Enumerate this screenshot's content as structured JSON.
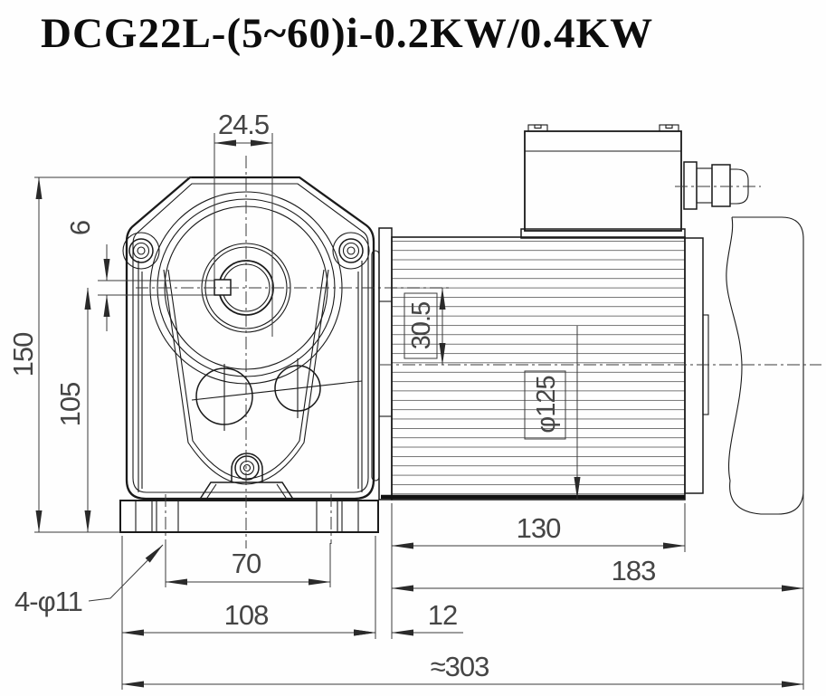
{
  "title": "DCG22L-(5~60)i-0.2KW/0.4KW",
  "drawing": {
    "dimensions": {
      "keyway_to_bore": "24.5",
      "keyway_width": "6",
      "overall_height": "150",
      "shaft_center_height": "105",
      "axis_offset": "30.5",
      "motor_diameter": "φ125",
      "motor_body_length": "130",
      "motor_overall_length": "183",
      "foot_hole_pitch": "70",
      "foot_width": "108",
      "flange_gap": "12",
      "overall_length": "≈303",
      "mounting_holes": "4-φ11"
    }
  }
}
